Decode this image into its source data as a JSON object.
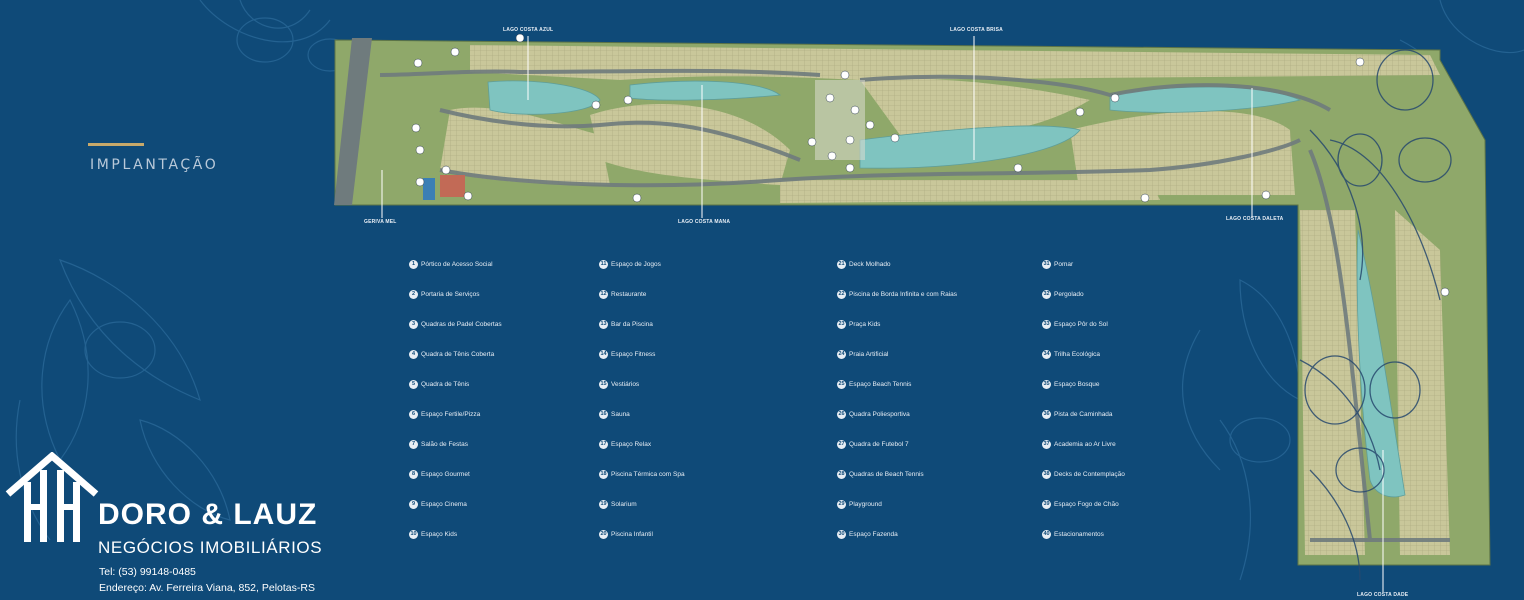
{
  "heading": "IMPLANTAÇÃO",
  "lake_labels": {
    "top_left": "LAGO COSTA AZUL",
    "top_right": "LAGO COSTA BRISA",
    "bottom_left": "GERIVA MEL",
    "bottom_mid": "LAGO COSTA MANA",
    "bottom_right": "LAGO COSTA DALETA",
    "bottom_far": "LAGO COSTA DADE"
  },
  "legend": [
    {
      "n": "1",
      "label": "Pórtico de Acesso Social"
    },
    {
      "n": "2",
      "label": "Portaria de Serviços"
    },
    {
      "n": "3",
      "label": "Quadras de Padel Cobertas"
    },
    {
      "n": "4",
      "label": "Quadra de Tênis Coberta"
    },
    {
      "n": "5",
      "label": "Quadra de Tênis"
    },
    {
      "n": "6",
      "label": "Espaço Fertile/Pizza"
    },
    {
      "n": "7",
      "label": "Salão de Festas"
    },
    {
      "n": "8",
      "label": "Espaço Gourmet"
    },
    {
      "n": "9",
      "label": "Espaço Cinema"
    },
    {
      "n": "10",
      "label": "Espaço Kids"
    },
    {
      "n": "11",
      "label": "Espaço de Jogos"
    },
    {
      "n": "12",
      "label": "Restaurante"
    },
    {
      "n": "13",
      "label": "Bar da Piscina"
    },
    {
      "n": "14",
      "label": "Espaço Fitness"
    },
    {
      "n": "15",
      "label": "Vestiários"
    },
    {
      "n": "16",
      "label": "Sauna"
    },
    {
      "n": "17",
      "label": "Espaço Relax"
    },
    {
      "n": "18",
      "label": "Piscina Térmica com Spa"
    },
    {
      "n": "19",
      "label": "Solarium"
    },
    {
      "n": "20",
      "label": "Piscina Infantil"
    },
    {
      "n": "21",
      "label": "Deck Molhado"
    },
    {
      "n": "22",
      "label": "Piscina de Borda Infinita e com Raias"
    },
    {
      "n": "23",
      "label": "Praça Kids"
    },
    {
      "n": "24",
      "label": "Praia Artificial"
    },
    {
      "n": "25",
      "label": "Espaço Beach Tennis"
    },
    {
      "n": "26",
      "label": "Quadra Poliesportiva"
    },
    {
      "n": "27",
      "label": "Quadra de Futebol 7"
    },
    {
      "n": "28",
      "label": "Quadras de Beach Tennis"
    },
    {
      "n": "29",
      "label": "Playground"
    },
    {
      "n": "30",
      "label": "Espaço Fazenda"
    },
    {
      "n": "31",
      "label": "Pomar"
    },
    {
      "n": "32",
      "label": "Pergolado"
    },
    {
      "n": "33",
      "label": "Espaço Pôr do Sol"
    },
    {
      "n": "34",
      "label": "Trilha Ecológica"
    },
    {
      "n": "35",
      "label": "Espaço Bosque"
    },
    {
      "n": "36",
      "label": "Pista de Caminhada"
    },
    {
      "n": "37",
      "label": "Academia ao Ar Livre"
    },
    {
      "n": "38",
      "label": "Decks de Contemplação"
    },
    {
      "n": "39",
      "label": "Espaço Fogo de Chão"
    },
    {
      "n": "40",
      "label": "Estacionamentos"
    }
  ],
  "brand": {
    "name": "DORO & LAUZ",
    "tagline": "NEGÓCIOS IMOBILIÁRIOS",
    "phone": "Tel: (53) 99148-0485",
    "address": "Endereço: Av. Ferreira Viana, 852, Pelotas-RS"
  },
  "colors": {
    "background": "#0f4a78",
    "accent": "#c8a96a",
    "lot": "#c9c79a",
    "road": "#6f7b7d",
    "lake": "#7fc4c0",
    "grass": "#8fa86a"
  }
}
